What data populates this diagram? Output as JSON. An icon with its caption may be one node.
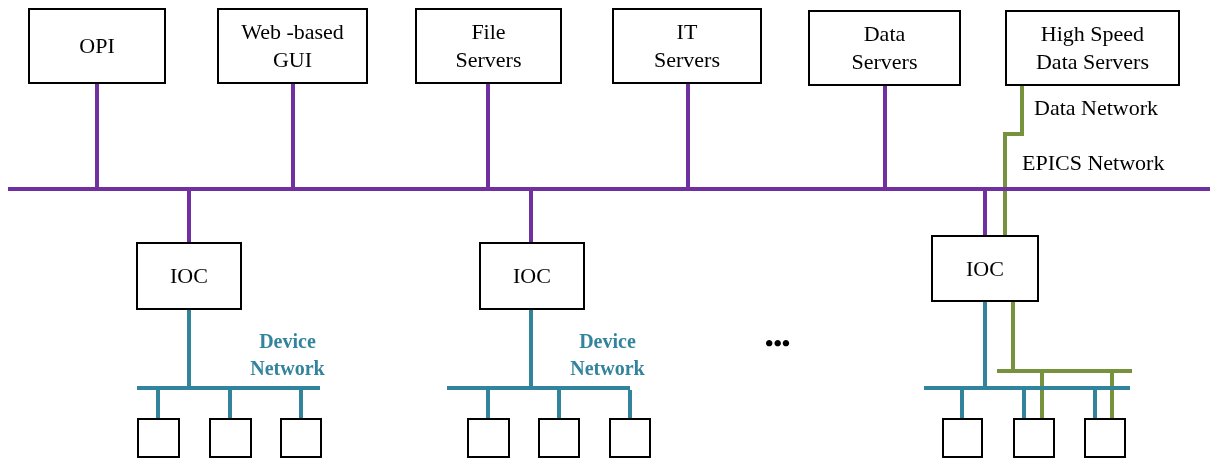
{
  "diagram": {
    "nodes": [
      {
        "text": [
          "OPI"
        ]
      },
      {
        "text": [
          "Web -based GUI"
        ]
      },
      {
        "text": [
          "File Servers"
        ]
      },
      {
        "text": [
          "IT Servers"
        ]
      },
      {
        "text": [
          "Data Servers"
        ]
      },
      {
        "text": [
          "High Speed Data Servers"
        ]
      },
      {
        "text": [],
        "shape": "bar",
        "beside": [
          "EPICS Network"
        ]
      },
      {
        "text": [
          "IOC"
        ]
      },
      {
        "text": [
          "IOC"
        ]
      },
      {
        "text": [
          "IOC"
        ]
      },
      {
        "text": [],
        "shape": "bar",
        "beside": [
          "Device Network"
        ]
      },
      {
        "text": [],
        "shape": "bar",
        "beside": [
          "Device Network"
        ]
      },
      {
        "text": [],
        "shape": "bar"
      },
      {
        "text": [],
        "shape": "bar"
      },
      {
        "text": [],
        "shape": "box"
      },
      {
        "text": [],
        "shape": "box"
      },
      {
        "text": [],
        "shape": "box"
      },
      {
        "text": [],
        "shape": "box"
      },
      {
        "text": [],
        "shape": "box"
      },
      {
        "text": [],
        "shape": "box"
      },
      {
        "text": [],
        "shape": "box"
      },
      {
        "text": [],
        "shape": "box"
      },
      {
        "text": [],
        "shape": "box"
      }
    ],
    "edges": [
      {
        "from": 0,
        "to": 6,
        "arrow": "none",
        "color": "#7030a0"
      },
      {
        "from": 1,
        "to": 6,
        "arrow": "none",
        "color": "#7030a0"
      },
      {
        "from": 2,
        "to": 6,
        "arrow": "none",
        "color": "#7030a0"
      },
      {
        "from": 3,
        "to": 6,
        "arrow": "none",
        "color": "#7030a0"
      },
      {
        "from": 4,
        "to": 6,
        "arrow": "none",
        "color": "#7030a0"
      },
      {
        "from": 6,
        "to": 7,
        "arrow": "none",
        "color": "#7030a0"
      },
      {
        "from": 6,
        "to": 8,
        "arrow": "none",
        "color": "#7030a0"
      },
      {
        "from": 6,
        "to": 9,
        "arrow": "none",
        "color": "#7030a0"
      },
      {
        "from": 5,
        "to": 9,
        "arrow": "none",
        "label": "Data Network",
        "color": "#76923c"
      },
      {
        "from": 7,
        "to": 10,
        "arrow": "none"
      },
      {
        "from": 8,
        "to": 11,
        "arrow": "none"
      },
      {
        "from": 9,
        "to": 13,
        "arrow": "none"
      },
      {
        "from": 10,
        "to": 14,
        "arrow": "none"
      },
      {
        "from": 10,
        "to": 15,
        "arrow": "none"
      },
      {
        "from": 10,
        "to": 16,
        "arrow": "none"
      },
      {
        "from": 11,
        "to": 17,
        "arrow": "none"
      },
      {
        "from": 11,
        "to": 18,
        "arrow": "none"
      },
      {
        "from": 11,
        "to": 19,
        "arrow": "none"
      },
      {
        "from": 13,
        "to": 20,
        "arrow": "none"
      },
      {
        "from": 13,
        "to": 21,
        "arrow": "none"
      },
      {
        "from": 13,
        "to": 22,
        "arrow": "none"
      },
      {
        "from": 9,
        "to": 12,
        "arrow": "none",
        "color": "#76923c"
      },
      {
        "from": 12,
        "to": 21,
        "arrow": "none",
        "color": "#76923c"
      },
      {
        "from": 12,
        "to": 22,
        "arrow": "none",
        "color": "#76923c"
      }
    ],
    "labels": [
      "•••"
    ]
  }
}
